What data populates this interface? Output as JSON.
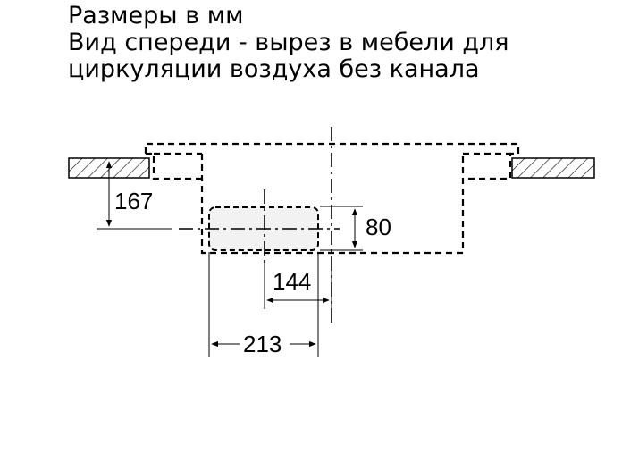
{
  "header": {
    "line1": "Размеры в мм",
    "line2": "Вид спереди - вырез в мебели для",
    "line3": "циркуляции воздуха без канала"
  },
  "dimensions": {
    "depth": "167",
    "height": "80",
    "offset": "144",
    "width": "213"
  },
  "colors": {
    "line": "#000000",
    "fill_light": "#f2f2f2",
    "background": "#ffffff"
  }
}
